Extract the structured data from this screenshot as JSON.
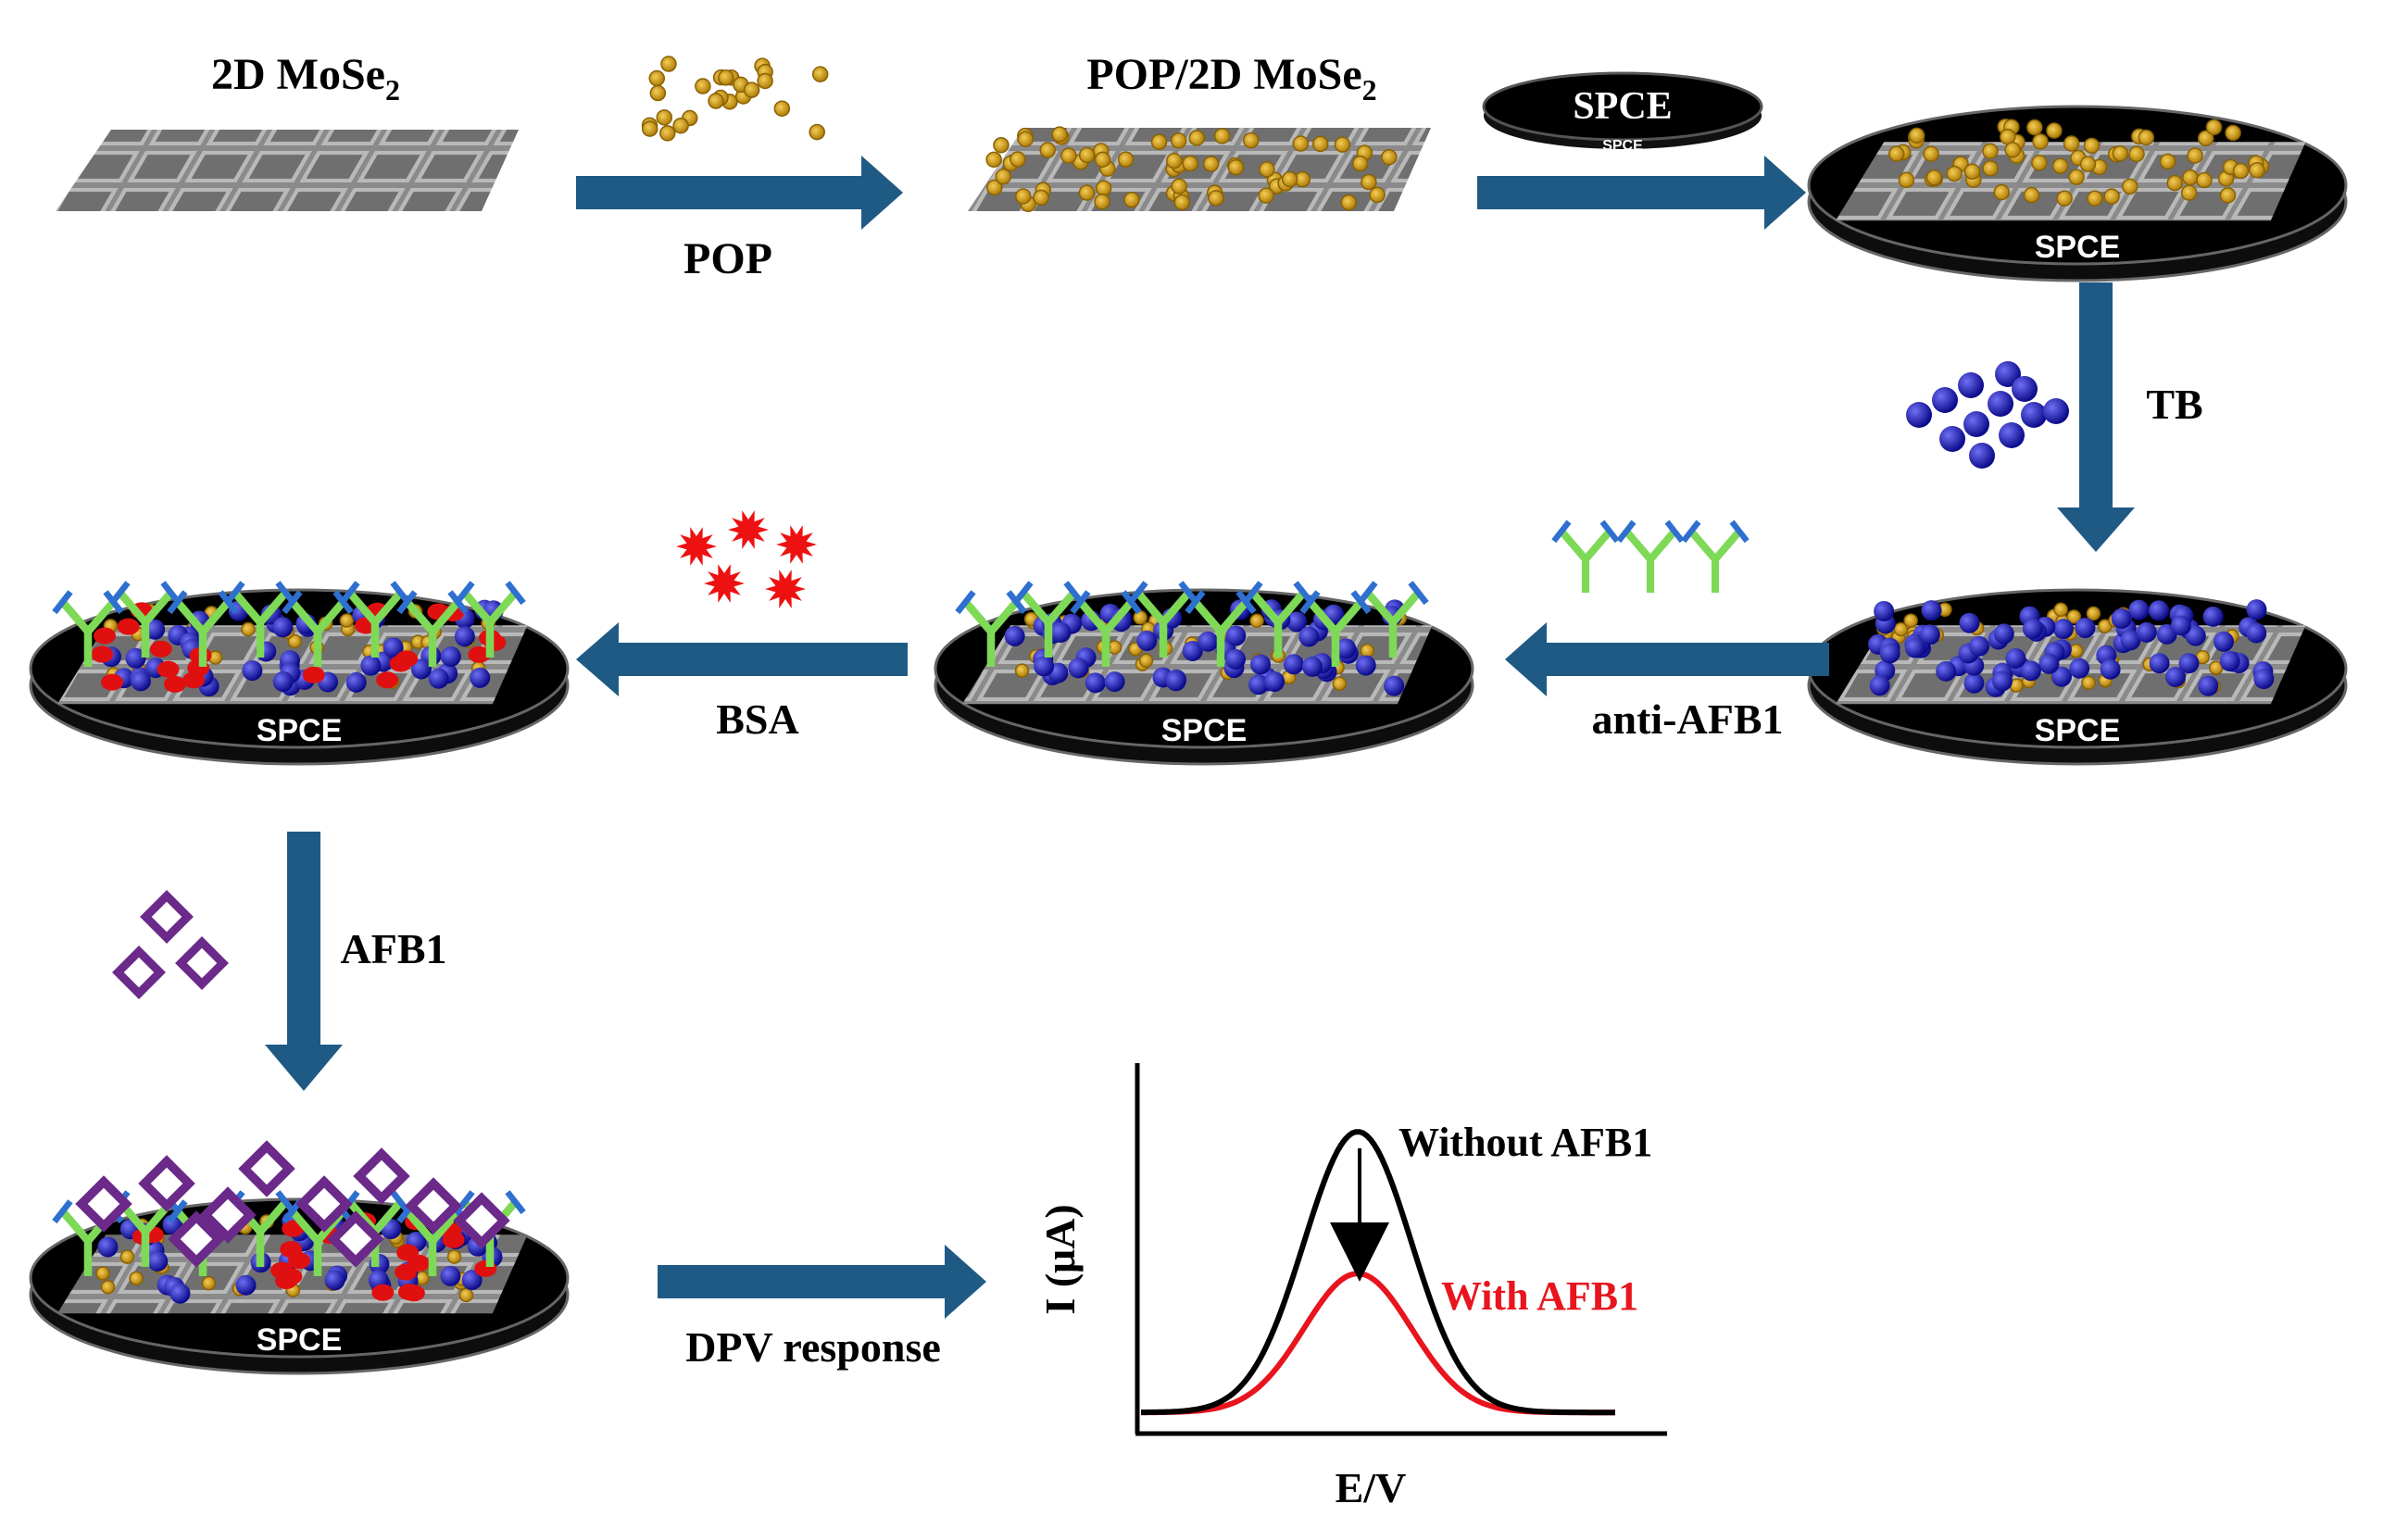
{
  "colors": {
    "arrow": "#1f5a85",
    "disc": "#111111",
    "sheet": "#7c7c7c",
    "pop": "#d9a21b",
    "tb": "#1414b4",
    "antibody_arm": "#7ed957",
    "antibody_tip": "#2e6fd0",
    "bsa": "#ee1111",
    "afb1": "#6b2a8a",
    "curve_without": "#000000",
    "curve_with": "#e8141e"
  },
  "labels": {
    "mose2": "2D MoSe",
    "mose2_sub": "2",
    "pop": "POP",
    "pop_mose2": "POP/2D MoSe",
    "pop_mose2_sub": "2",
    "spce_disc": "SPCE",
    "spce_disc_small": "SPCE",
    "spce": "SPCE",
    "tb": "TB",
    "anti_afb1": "anti-AFB1",
    "bsa": "BSA",
    "afb1": "AFB1",
    "dpv": "DPV response"
  },
  "chart_data": {
    "type": "line",
    "xlabel": "E/V",
    "ylabel": "I (μA)",
    "series": [
      {
        "name": "Without AFB1",
        "peak": 1.0,
        "baseline": 0.07
      },
      {
        "name": "With AFB1",
        "peak": 0.53,
        "baseline": 0.07
      }
    ],
    "annotation": "peak current decreases with AFB1"
  }
}
